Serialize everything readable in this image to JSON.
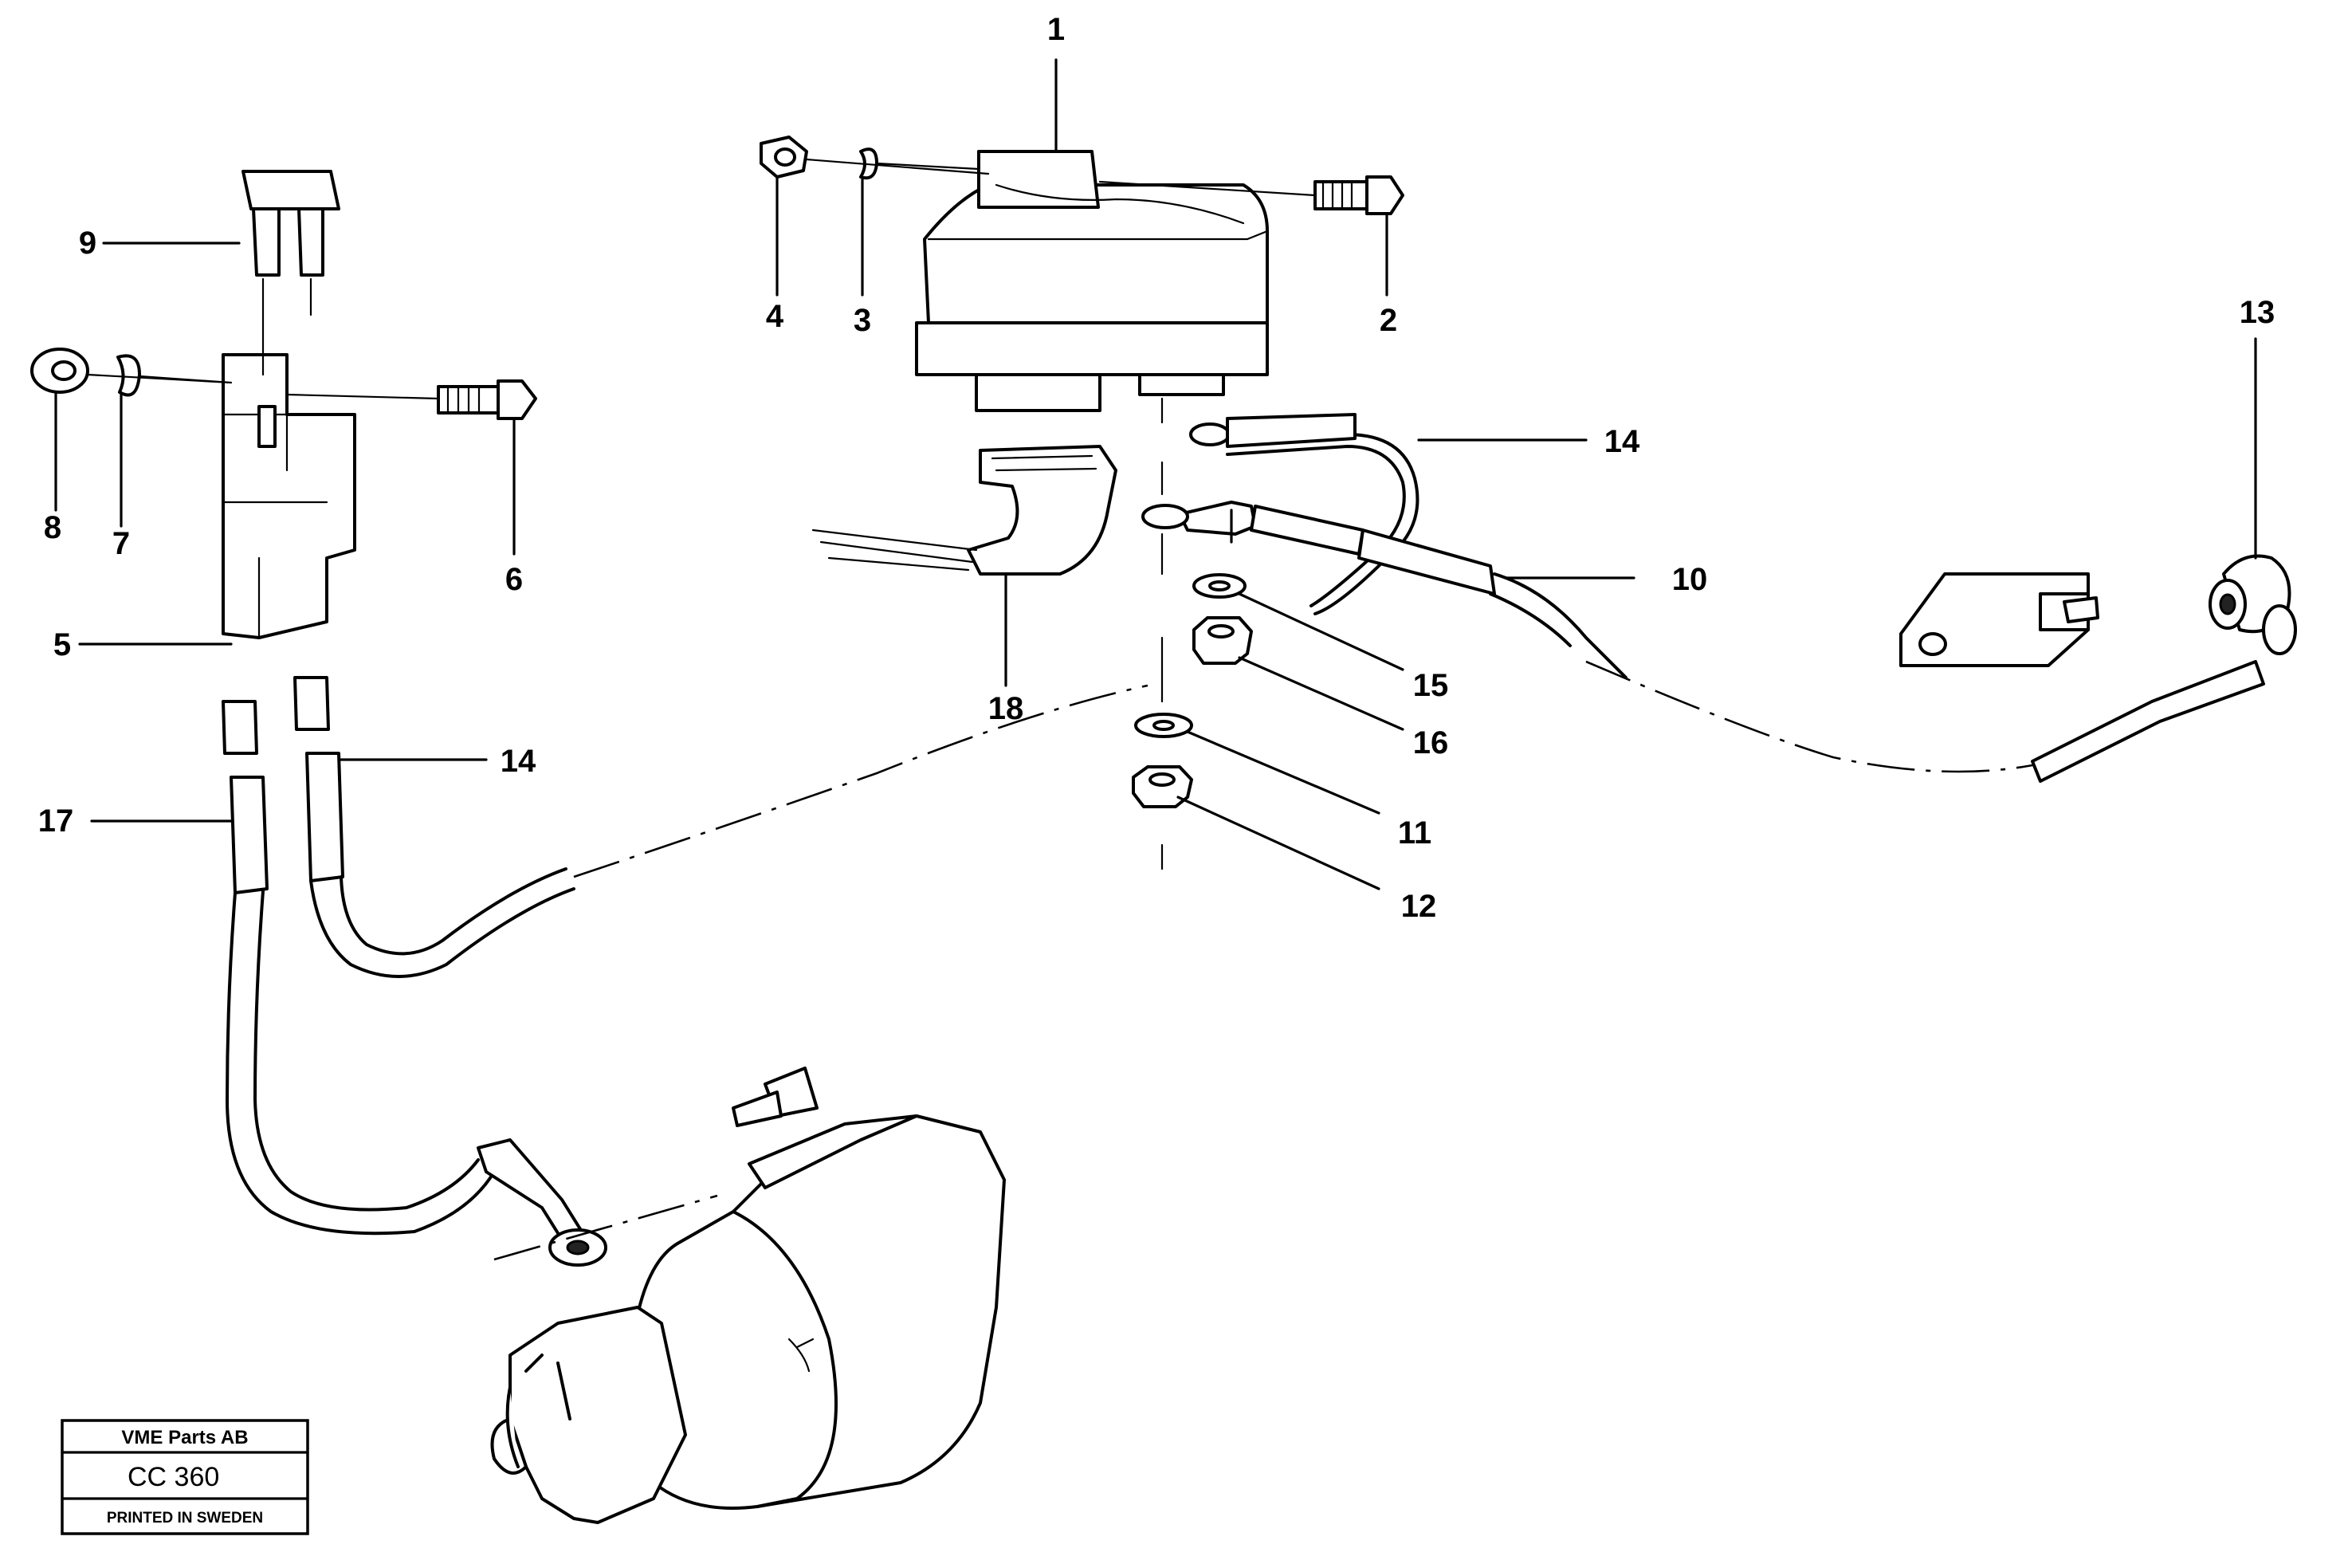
{
  "callouts": [
    "1",
    "2",
    "3",
    "4",
    "5",
    "6",
    "7",
    "8",
    "9",
    "10",
    "11",
    "12",
    "13",
    "14",
    "14",
    "15",
    "16",
    "17",
    "18"
  ],
  "stamp": {
    "company": "VME Parts AB",
    "code": "CC 360",
    "printed": "PRINTED IN SWEDEN"
  }
}
